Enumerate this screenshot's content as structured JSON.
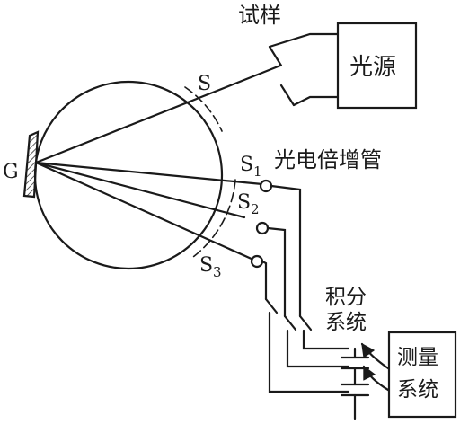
{
  "labels": {
    "sample": "试样",
    "light_source": "光源",
    "slit_s": "S",
    "slit_s1": "S",
    "slit_s2": "S",
    "slit_s3": "S",
    "sub_1": "1",
    "sub_2": "2",
    "sub_3": "3",
    "grating": "G",
    "pmt": "光电倍增管",
    "integration_1": "积分",
    "integration_2": "系统",
    "measure_1": "测量",
    "measure_2": "系统"
  }
}
